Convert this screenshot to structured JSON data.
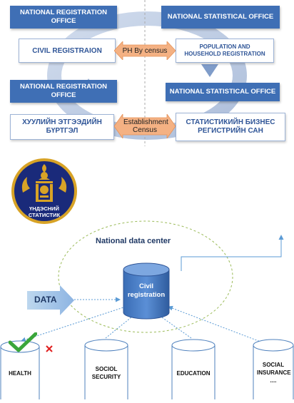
{
  "top": {
    "nro_header_1": "NATIONAL REGISTRATION OFFICE",
    "nso_header_1": "NATIONAL STATISTICAL OFFICE",
    "civil_registration": "CIVIL REGISTRAION",
    "arrow_ph": "PH By census",
    "population_registration": "POPULATION AND HOUSEHOLD REGISTRATION",
    "nro_header_2": "NATIONAL REGISTRATION OFFICE",
    "nso_header_2": "NATIONAL STATISTICAL OFFICE",
    "legal_entity_registration": "ХУУЛИЙН ЭТГЭЭДИЙН БҮРТГЭЛ",
    "arrow_establishment": "Establishment Census",
    "business_register": "СТАТИСТИКИЙН БИЗНЕС РЕГИСТРИЙН САН"
  },
  "logo": {
    "text": "ҮНДЭСНИЙ СТАТИСТИК",
    "icon": "soyombo-emblem"
  },
  "bottom": {
    "center_title": "National data center",
    "data_label": "DATA",
    "hub": "Civil registration",
    "nodes": [
      "HEALTH",
      "SOCIOL SECURITY",
      "EDUCATION",
      "SOCIAL INSURANCE ...."
    ],
    "health_status_icon": "checkmark-icon",
    "health_error_icon": "red-cross-icon"
  },
  "colors": {
    "header_blue": "#3f6fb5",
    "text_blue": "#2f5597",
    "arrow_orange": "#f4b183",
    "cylinder_blue": "#4f81bd",
    "dashed_blue": "#5b9bd5",
    "ellipse_green": "#9bbb59",
    "check_green": "#3aa63a",
    "logo_navy": "#1a2a7a",
    "logo_gold": "#d8a326"
  }
}
